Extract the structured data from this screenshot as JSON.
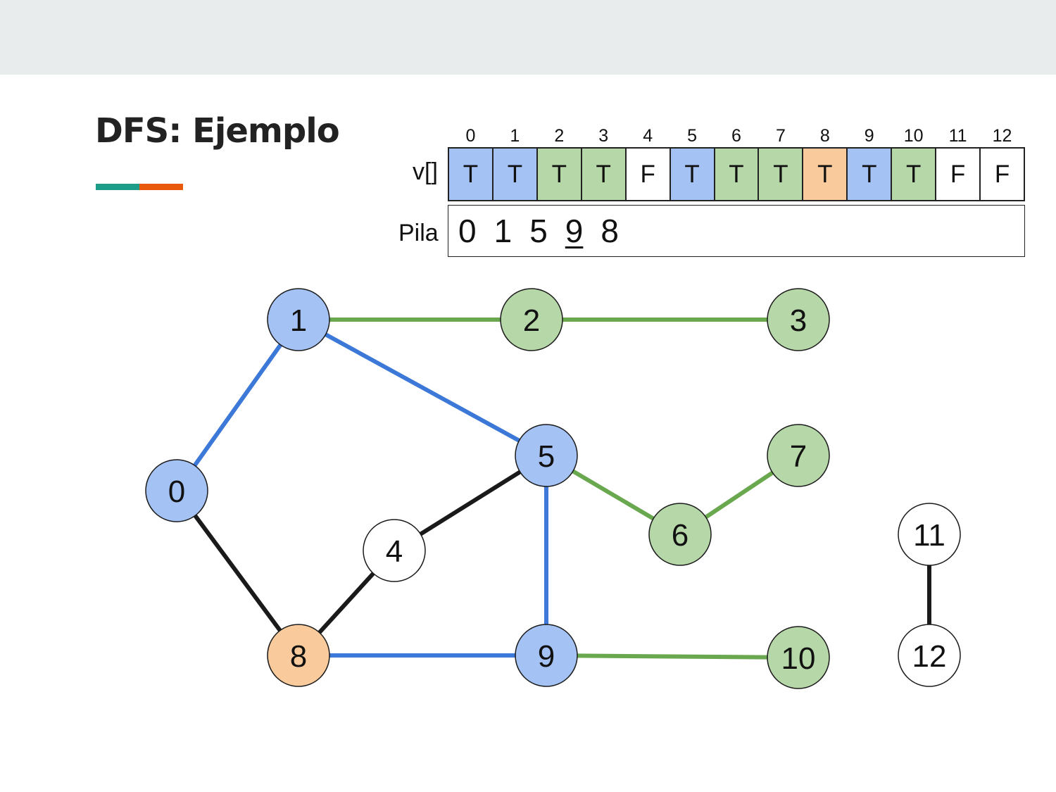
{
  "title": "DFS: Ejemplo",
  "colors": {
    "header_bar": "#e8ecec",
    "accent_teal": "#1e9c8a",
    "accent_orange": "#e8590c",
    "blue": "#a4c2f4",
    "green": "#b6d7a8",
    "orange": "#f9cb9c",
    "white": "#ffffff",
    "edge_blue": "#3c78d8",
    "edge_green": "#6aa84f",
    "edge_black": "#1a1a1a"
  },
  "visited": {
    "label": "v[]",
    "indices": [
      "0",
      "1",
      "2",
      "3",
      "4",
      "5",
      "6",
      "7",
      "8",
      "9",
      "10",
      "11",
      "12"
    ],
    "values": [
      "T",
      "T",
      "T",
      "T",
      "F",
      "T",
      "T",
      "T",
      "T",
      "T",
      "T",
      "F",
      "F"
    ],
    "states": [
      "blue",
      "blue",
      "green",
      "green",
      "white",
      "blue",
      "green",
      "green",
      "orange",
      "blue",
      "green",
      "white",
      "white"
    ]
  },
  "stack": {
    "label": "Pila",
    "items": [
      "0",
      "1",
      "5",
      "9",
      "8"
    ],
    "underlined_index": 3
  },
  "graph": {
    "nodes": [
      {
        "id": "0",
        "state": "blue"
      },
      {
        "id": "1",
        "state": "blue"
      },
      {
        "id": "2",
        "state": "green"
      },
      {
        "id": "3",
        "state": "green"
      },
      {
        "id": "4",
        "state": "white"
      },
      {
        "id": "5",
        "state": "blue"
      },
      {
        "id": "6",
        "state": "green"
      },
      {
        "id": "7",
        "state": "green"
      },
      {
        "id": "8",
        "state": "orange"
      },
      {
        "id": "9",
        "state": "blue"
      },
      {
        "id": "10",
        "state": "green"
      },
      {
        "id": "11",
        "state": "white"
      },
      {
        "id": "12",
        "state": "white"
      }
    ],
    "edges": [
      {
        "from": "1",
        "to": "2",
        "color": "edge_green"
      },
      {
        "from": "2",
        "to": "3",
        "color": "edge_green"
      },
      {
        "from": "0",
        "to": "1",
        "color": "edge_blue"
      },
      {
        "from": "1",
        "to": "5",
        "color": "edge_blue"
      },
      {
        "from": "5",
        "to": "9",
        "color": "edge_blue"
      },
      {
        "from": "8",
        "to": "9",
        "color": "edge_blue"
      },
      {
        "from": "5",
        "to": "6",
        "color": "edge_green"
      },
      {
        "from": "6",
        "to": "7",
        "color": "edge_green"
      },
      {
        "from": "9",
        "to": "10",
        "color": "edge_green"
      },
      {
        "from": "0",
        "to": "8",
        "color": "edge_black"
      },
      {
        "from": "4",
        "to": "5",
        "color": "edge_black"
      },
      {
        "from": "4",
        "to": "8",
        "color": "edge_black"
      },
      {
        "from": "11",
        "to": "12",
        "color": "edge_black"
      }
    ]
  }
}
